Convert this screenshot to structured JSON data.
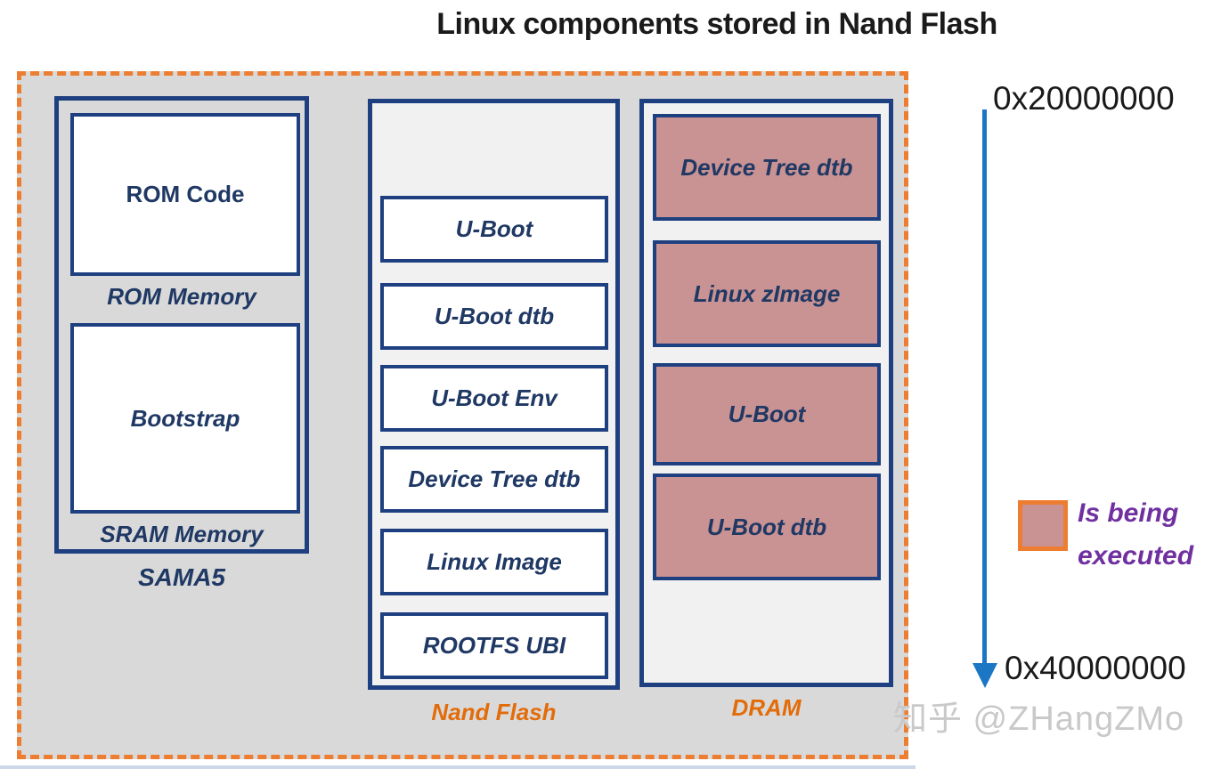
{
  "title": "Linux components stored in Nand Flash",
  "sama5": {
    "label": "SAMA5",
    "rom_code_box": "ROM Code",
    "rom_memory_label": "ROM Memory",
    "bootstrap_box": "Bootstrap",
    "sram_memory_label": "SRAM Memory"
  },
  "nand_flash": {
    "label": "Nand Flash",
    "items": [
      "U-Boot",
      "U-Boot dtb",
      "U-Boot Env",
      "Device Tree dtb",
      "Linux Image",
      "ROOTFS UBI"
    ]
  },
  "dram": {
    "label": "DRAM",
    "items": [
      "Device Tree dtb",
      "Linux zImage",
      "U-Boot",
      "U-Boot dtb"
    ]
  },
  "address_axis": {
    "start": "0x20000000",
    "end": "0x40000000"
  },
  "legend": {
    "line1": "Is being",
    "line2": "executed"
  },
  "watermark": "知乎 @ZHangZMo",
  "colors": {
    "stage_background": "#d9d9d9",
    "dashed_border_orange": "#ed7d31",
    "navy_border": "#1f4080",
    "navy_text": "#1f3864",
    "executing_fill_mauve": "#c99293",
    "container_background": "#f1f1f2",
    "orange_label": "#e36c0a",
    "legend_text_purple": "#7030a0",
    "arrow_blue": "#1b76c4"
  }
}
